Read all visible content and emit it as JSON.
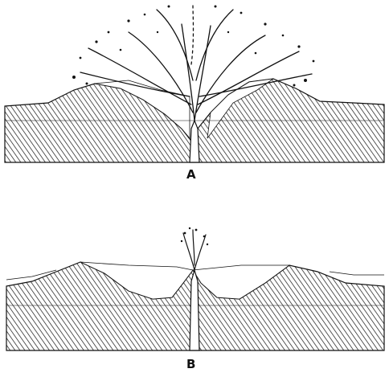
{
  "figures": [
    {
      "label": "A",
      "description_key": "eruption-ash-column"
    },
    {
      "label": "B",
      "description_key": "collapsed-caldera-small-eruption"
    }
  ],
  "colors": {
    "ink": "#111111",
    "paper": "#ffffff"
  }
}
